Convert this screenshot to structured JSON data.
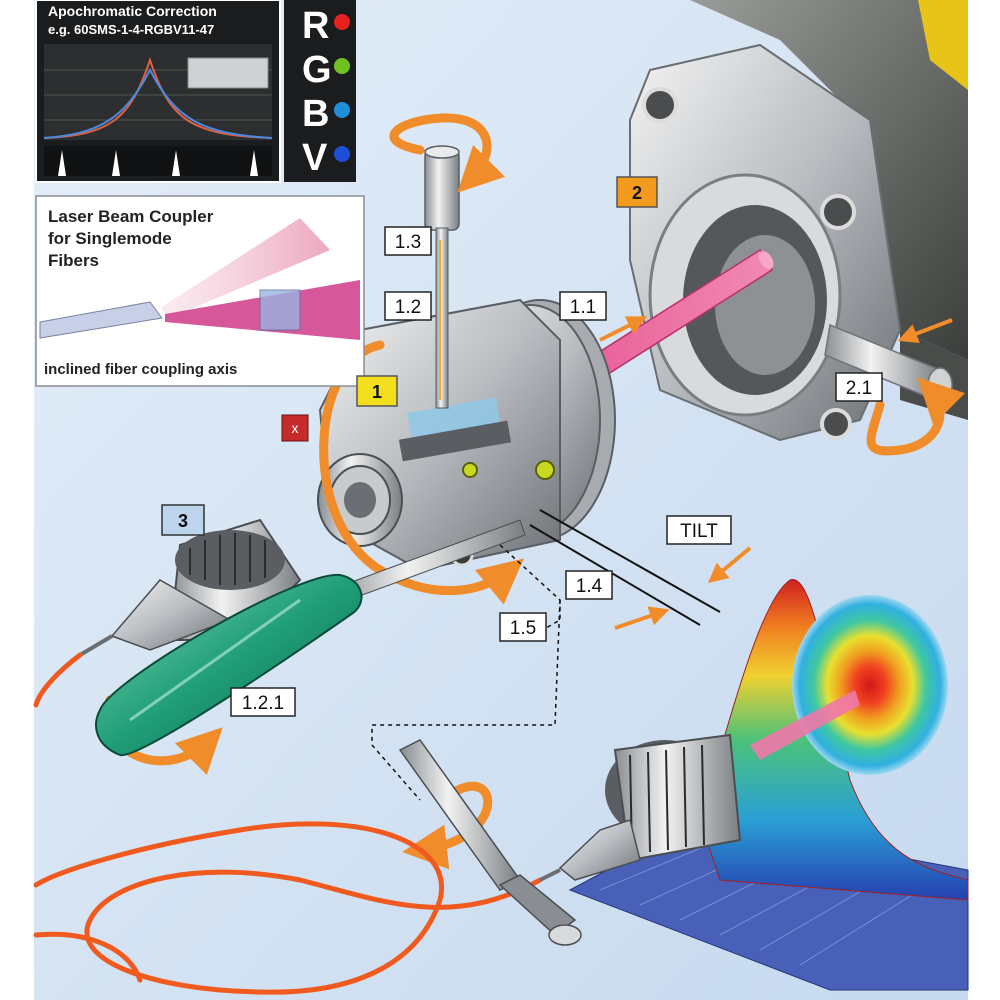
{
  "apochromatic_panel": {
    "title_line1": "Apochromatic Correction",
    "title_line2": "e.g. 60SMS-1-4-RGBV11-47",
    "rgbv": [
      {
        "letter": "R",
        "color": "#e8201e"
      },
      {
        "letter": "G",
        "color": "#72c21f"
      },
      {
        "letter": "B",
        "color": "#1e8fd8"
      },
      {
        "letter": "V",
        "color": "#1e4fd8"
      }
    ]
  },
  "coupler_panel": {
    "title_line1": "Laser Beam Coupler",
    "title_line2": "for Singlemode",
    "title_line3": "Fibers",
    "caption": "inclined fiber coupling axis"
  },
  "badges": {
    "b1": {
      "text": "1",
      "color": "#f2de1c"
    },
    "b2": {
      "text": "2",
      "color": "#f39a1e"
    },
    "b3": {
      "text": "3",
      "color": "#bcd4ec"
    },
    "bx": {
      "text": "x",
      "color": "#c62a2a"
    }
  },
  "labels": {
    "l1_3": "1.3",
    "l1_2": "1.2",
    "l1_1": "1.1",
    "l2_1": "2.1",
    "tilt": "TILT",
    "l1_4": "1.4",
    "l1_5": "1.5",
    "l1_2_1": "1.2.1"
  },
  "colors": {
    "arrow_orange": "#f08c2a",
    "fiber_orange": "#f05a1e",
    "beam_pink": "#e0408a",
    "background_blue": "#d2e2f2"
  }
}
